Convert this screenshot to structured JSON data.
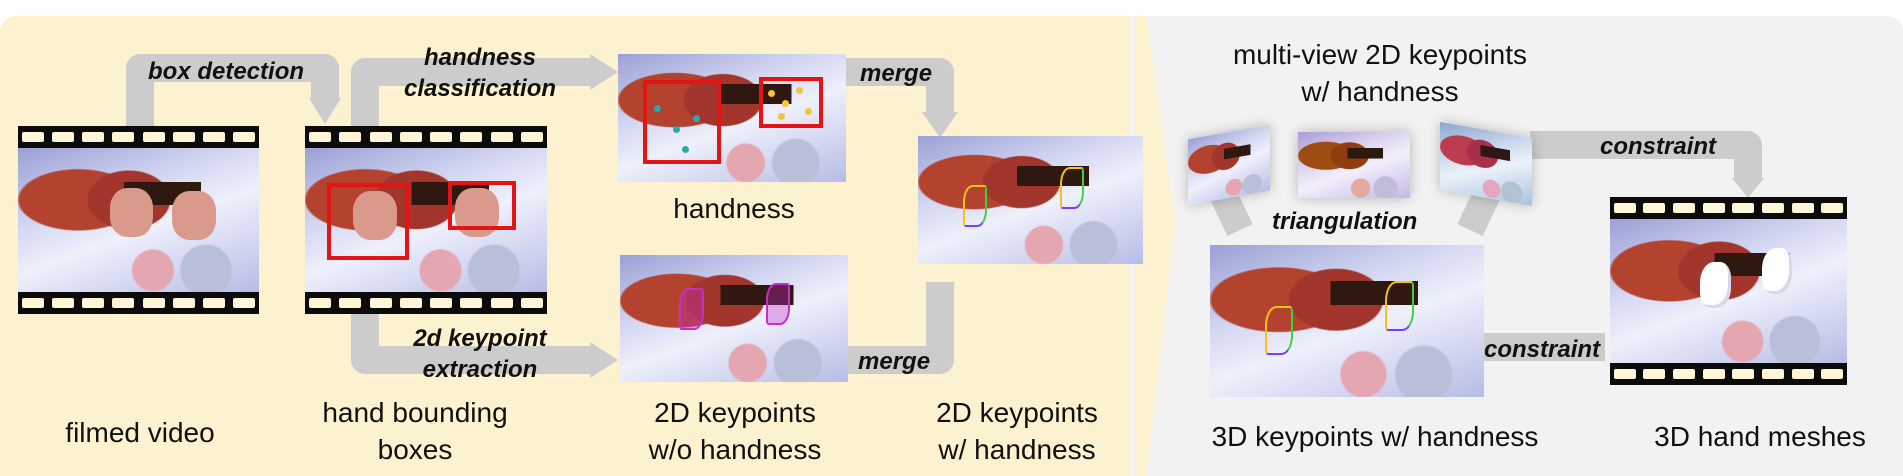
{
  "captions": {
    "filmed_video": "filmed video",
    "hand_bounding_boxes_line1": "hand bounding",
    "hand_bounding_boxes_line2": "boxes",
    "handness": "handness",
    "kp2d_no_hand_line1": "2D keypoints",
    "kp2d_no_hand_line2": "w/o handness",
    "kp2d_hand_line1": "2D keypoints",
    "kp2d_hand_line2": "w/ handness",
    "multiview_line1": "multi-view 2D keypoints",
    "multiview_line2": "w/ handness",
    "kp3d": "3D keypoints w/ handness",
    "meshes": "3D hand meshes"
  },
  "operations": {
    "box_detection": "box detection",
    "handness_classification_line1": "handness",
    "handness_classification_line2": "classification",
    "keypoint_extraction_line1": "2d keypoint",
    "keypoint_extraction_line2": "extraction",
    "merge_top": "merge",
    "merge_bottom": "merge",
    "triangulation": "triangulation",
    "constraint_top": "constraint",
    "constraint_mid": "constraint"
  },
  "colors": {
    "left_panel": "#fdf2cf",
    "right_panel": "#f2f2f2",
    "arrow": "#cccccc",
    "box": "#e51414",
    "left_hand_dot": "#2fa7a8",
    "right_hand_dot": "#f6c43a",
    "keypoint_magenta": "#c52fc8",
    "film_frame": "#0b0b0b"
  }
}
